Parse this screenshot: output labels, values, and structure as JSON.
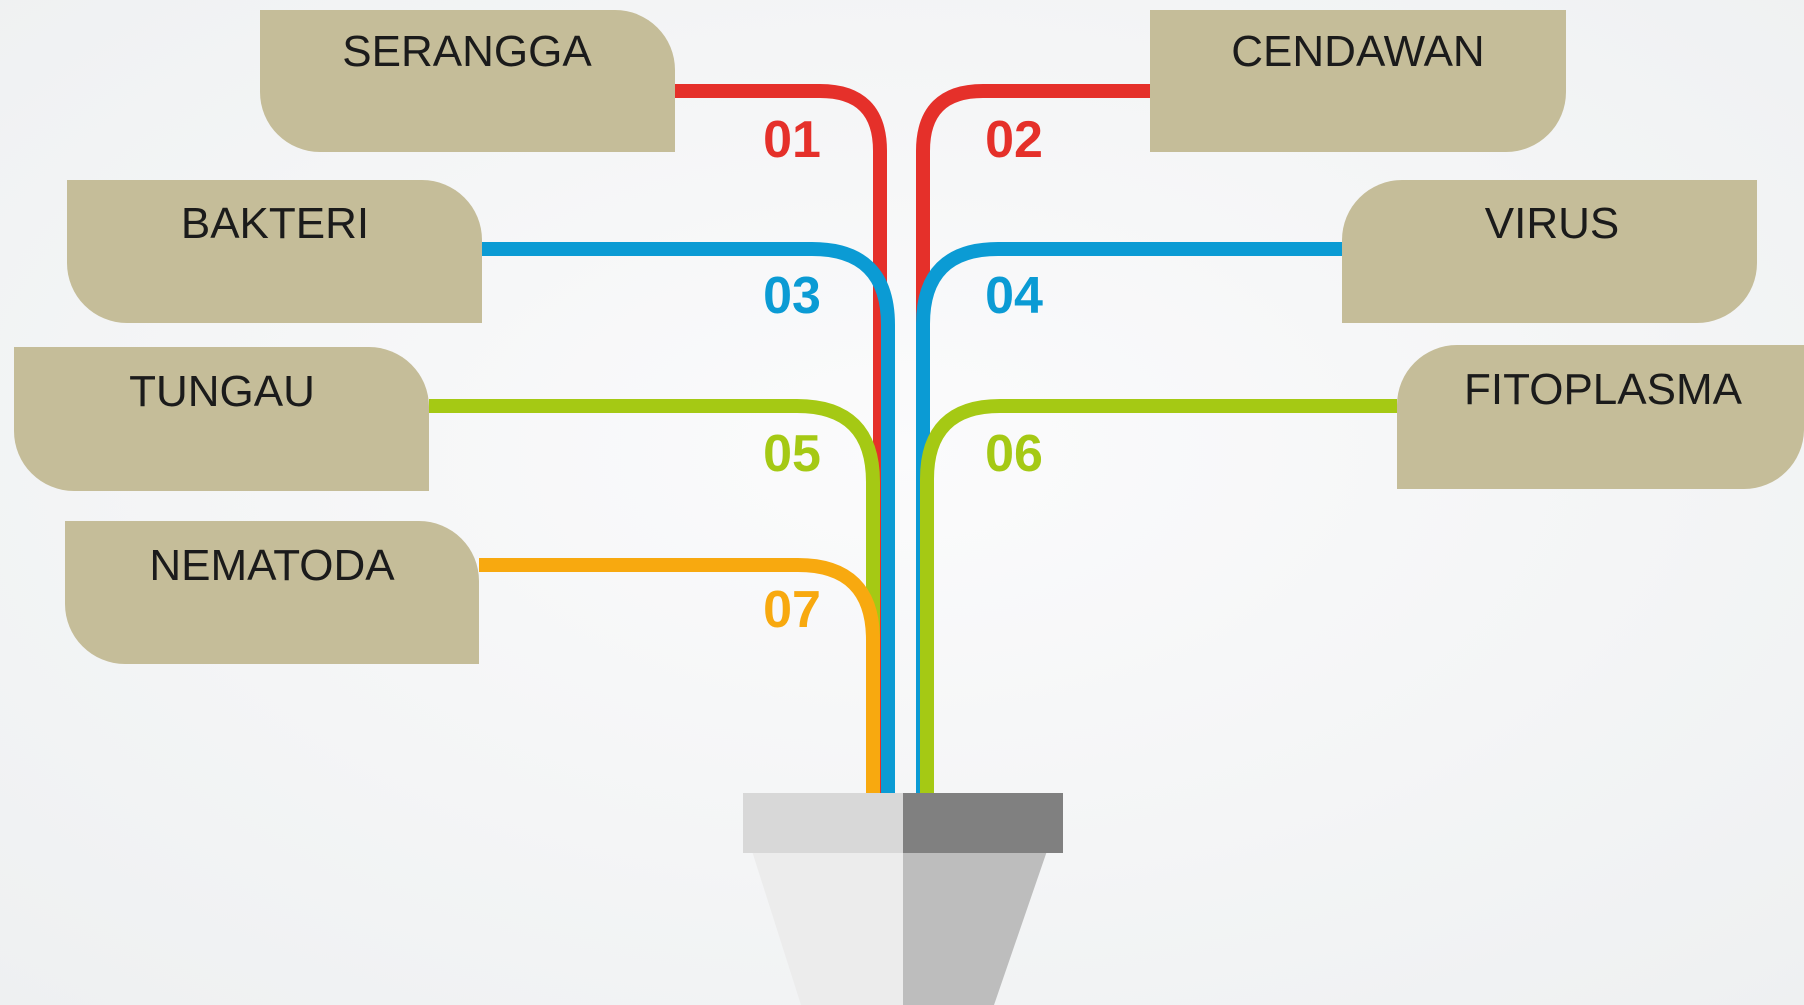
{
  "colors": {
    "background": "#f5f6f7",
    "box_fill": "#c5bd99",
    "box_text": "#1b1b1b",
    "red": "#e5302a",
    "blue": "#0b9bd4",
    "green": "#a5c914",
    "orange": "#f8a90f",
    "pot_rim_light": "#d8d8d8",
    "pot_rim_dark": "#808080",
    "pot_body_light": "#ececec",
    "pot_body_dark": "#bdbdbd"
  },
  "branches": [
    {
      "id": "01",
      "label": "SERANGGA",
      "color": "red"
    },
    {
      "id": "02",
      "label": "CENDAWAN",
      "color": "red"
    },
    {
      "id": "03",
      "label": "BAKTERI",
      "color": "blue"
    },
    {
      "id": "04",
      "label": "VIRUS",
      "color": "blue"
    },
    {
      "id": "05",
      "label": "TUNGAU",
      "color": "green"
    },
    {
      "id": "06",
      "label": "FITOPLASMA",
      "color": "green"
    },
    {
      "id": "07",
      "label": "NEMATODA",
      "color": "orange"
    }
  ],
  "pot": {
    "icon": "flower-pot-icon"
  }
}
